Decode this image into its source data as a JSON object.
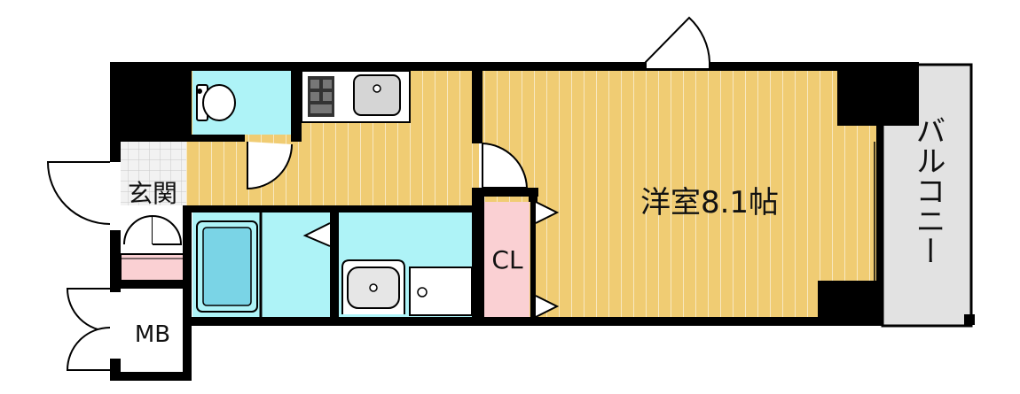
{
  "labels": {
    "genkan": "玄関",
    "western_room": "洋室8.1帖",
    "closet": "CL",
    "meter_box": "MB",
    "balcony": "バルコニー"
  },
  "colors": {
    "wall": "#000000",
    "flooring": "#f0cc73",
    "flooring_line": "#ffffff",
    "wet_area": "#aef3f7",
    "closet_fill": "#fad0d3",
    "balcony_fill": "#e2e2e2",
    "genkan_tile": "#f2f2f2"
  }
}
